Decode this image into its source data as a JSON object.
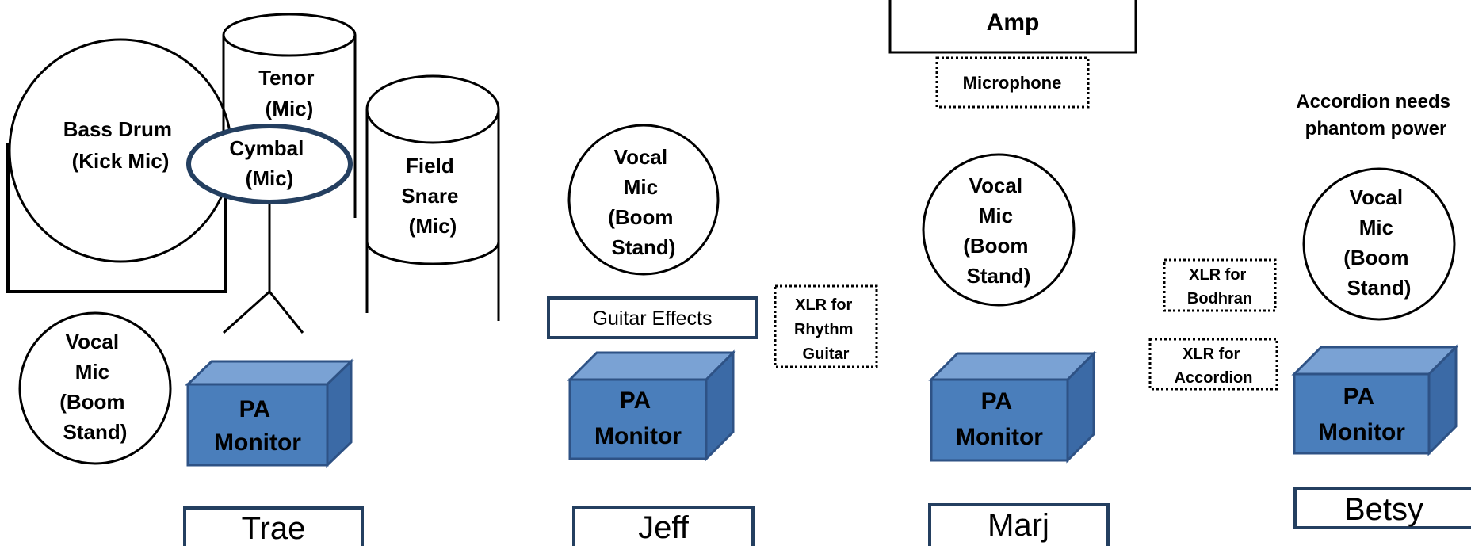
{
  "colors": {
    "monitor_front": "#4a7ebb",
    "monitor_top": "#7aa2d4",
    "monitor_side": "#3b6aa6",
    "monitor_edge": "#2e5285",
    "cymbal_edge": "#243f60"
  },
  "drums": {
    "bass": [
      "Bass Drum",
      "(Kick Mic)"
    ],
    "tenor": [
      "Tenor",
      "(Mic)"
    ],
    "cymbal": [
      "Cymbal",
      "(Mic)"
    ],
    "snare": [
      "Field",
      "Snare",
      "(Mic)"
    ]
  },
  "amp": {
    "label": "Amp"
  },
  "microphone_box": {
    "label": "Microphone"
  },
  "phantom_note": [
    "Accordion needs",
    "phantom power"
  ],
  "vocal_mic": [
    "Vocal",
    "Mic",
    "(Boom",
    "Stand)"
  ],
  "monitor": [
    "PA",
    "Monitor"
  ],
  "guitar_effects": {
    "label": "Guitar Effects"
  },
  "xlr": {
    "rhythm": [
      "XLR for",
      "Rhythm",
      "Guitar"
    ],
    "bodhran": [
      "XLR for",
      "Bodhran"
    ],
    "accordion": [
      "XLR for",
      "Accordion"
    ]
  },
  "performers": {
    "trae": "Trae",
    "jeff": "Jeff",
    "marj": "Marj",
    "betsy": "Betsy"
  }
}
